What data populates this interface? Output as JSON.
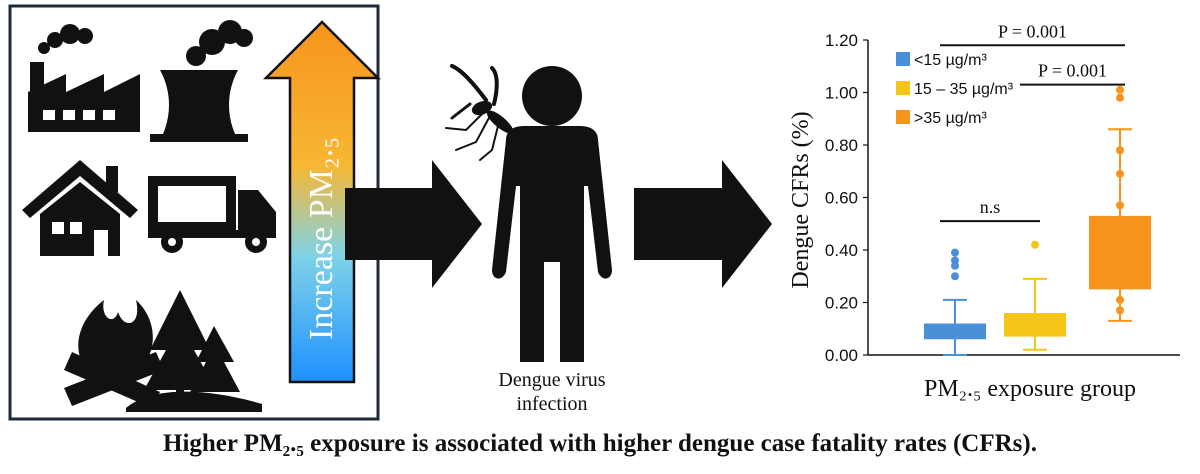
{
  "left_panel": {
    "arrow_label": "Increase PM₂.₅",
    "sources": [
      "factory-icon",
      "power-plant-icon",
      "house-icon",
      "truck-icon",
      "wildfire-icon"
    ]
  },
  "middle": {
    "label_line1": "Dengue virus",
    "label_line2": "infection"
  },
  "colors": {
    "low": "#4a90d9",
    "mid": "#f5c518",
    "high": "#f7941d",
    "dark": "#111111"
  },
  "chart_data": {
    "type": "box",
    "ylabel": "Dengue  CFRs (%)",
    "xlabel": "PM₂.₅ exposure  group",
    "ylim": [
      0,
      1.2
    ],
    "yticks": [
      "0.00",
      "0.20",
      "0.40",
      "0.60",
      "0.80",
      "1.00",
      "1.20"
    ],
    "legend": [
      "<15 µg/m³",
      "15 – 35 µg/m³",
      ">35 µg/m³"
    ],
    "legend_position": "top-left",
    "groups": [
      {
        "name": "<15 µg/m³",
        "whisker_low": 0.0,
        "q1": 0.06,
        "median": 0.09,
        "q3": 0.12,
        "whisker_high": 0.21,
        "outliers": [
          0.3,
          0.34,
          0.36,
          0.39
        ]
      },
      {
        "name": "15 – 35 µg/m³",
        "whisker_low": 0.02,
        "q1": 0.07,
        "median": 0.12,
        "q3": 0.16,
        "whisker_high": 0.29,
        "outliers": [
          0.42
        ]
      },
      {
        "name": ">35 µg/m³",
        "whisker_low": 0.13,
        "q1": 0.25,
        "median": 0.4,
        "q3": 0.53,
        "whisker_high": 0.86,
        "outliers": [
          0.17,
          0.21,
          0.57,
          0.69,
          0.78,
          0.98,
          1.01
        ]
      }
    ],
    "annotations": [
      {
        "text": "P = 0.001",
        "from": 0,
        "to": 2,
        "level": 1.18
      },
      {
        "text": "P = 0.001",
        "from": 1,
        "to": 2,
        "level": 1.03
      },
      {
        "text": "n.s",
        "from": 0,
        "to": 1,
        "level": 0.51
      }
    ]
  },
  "caption": "Higher PM₂.₅ exposure is associated with higher dengue case fatality rates (CFRs)."
}
